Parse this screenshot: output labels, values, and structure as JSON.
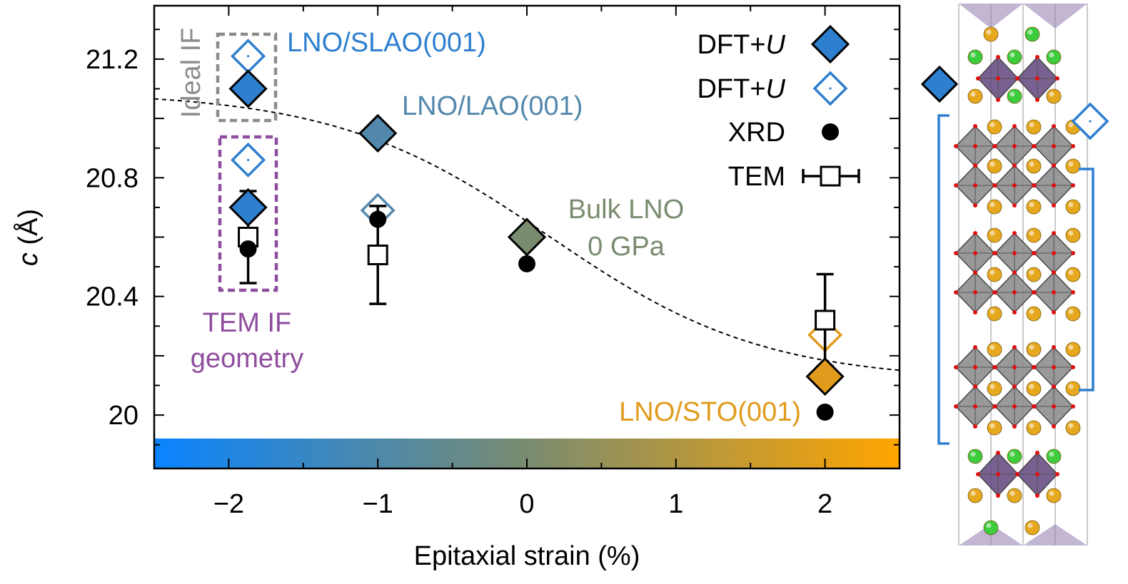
{
  "chart_data": {
    "type": "scatter",
    "xlabel": "Epitaxial strain (%)",
    "ylabel_italic": "c",
    "ylabel_rest": " (Å)",
    "xlim": [
      -2.5,
      2.5
    ],
    "ylim": [
      19.82,
      21.38
    ],
    "xticks": [
      {
        "v": -2,
        "label": "−2"
      },
      {
        "v": -1,
        "label": "−1"
      },
      {
        "v": 0,
        "label": "0"
      },
      {
        "v": 1,
        "label": "1"
      },
      {
        "v": 2,
        "label": "2"
      }
    ],
    "yticks": [
      {
        "v": 20.0,
        "label": "20"
      },
      {
        "v": 20.4,
        "label": "20.4"
      },
      {
        "v": 20.8,
        "label": "20.8"
      },
      {
        "v": 21.2,
        "label": "21.2"
      }
    ],
    "colors": {
      "slao": "#2e7fd0",
      "lao": "#5388ad",
      "bulk": "#7a8c70",
      "sto": "#e09b1c",
      "ideal_box": "#8c8c8c",
      "tem_box": "#8e4d9e",
      "gradient_start": "#0a84ff",
      "gradient_mid": "#7a8c70",
      "gradient_end": "#ffa500"
    },
    "series": [
      {
        "name": "DFT+U",
        "marker": "diamond-filled",
        "points": [
          {
            "x": -1.87,
            "y": 21.1,
            "color": "slao"
          },
          {
            "x": -1.87,
            "y": 20.7,
            "color": "slao"
          },
          {
            "x": -1.0,
            "y": 20.95,
            "color": "lao"
          },
          {
            "x": 0.0,
            "y": 20.6,
            "color": "bulk"
          },
          {
            "x": 2.0,
            "y": 20.13,
            "color": "sto"
          }
        ]
      },
      {
        "name": "DFT+U",
        "marker": "diamond-open",
        "points": [
          {
            "x": -1.87,
            "y": 21.21,
            "color": "slao"
          },
          {
            "x": -1.87,
            "y": 20.86,
            "color": "slao"
          },
          {
            "x": -1.0,
            "y": 20.69,
            "color": "lao"
          },
          {
            "x": 2.0,
            "y": 20.27,
            "color": "sto"
          }
        ]
      },
      {
        "name": "XRD",
        "marker": "circle",
        "points": [
          {
            "x": -1.87,
            "y": 20.56
          },
          {
            "x": -1.0,
            "y": 20.66
          },
          {
            "x": 0.0,
            "y": 20.51
          },
          {
            "x": 2.0,
            "y": 20.01
          }
        ]
      },
      {
        "name": "TEM",
        "marker": "square-open",
        "points": [
          {
            "x": -1.87,
            "y": 20.6,
            "err": 0.155
          },
          {
            "x": -1.0,
            "y": 20.54,
            "err": 0.165
          },
          {
            "x": 2.0,
            "y": 20.32,
            "err": 0.155
          }
        ]
      }
    ],
    "guide_curve": {
      "style": "dashed",
      "low": 20.115,
      "high": 21.09,
      "center": 0.15,
      "width": 0.72
    },
    "legend": {
      "position": "top-right",
      "entries": [
        {
          "text": "DFT+",
          "italic": "U",
          "marker": "diamond-filled"
        },
        {
          "text": "DFT+",
          "italic": "U",
          "marker": "diamond-open"
        },
        {
          "text": "XRD",
          "italic": "",
          "marker": "circle"
        },
        {
          "text": "TEM",
          "italic": "",
          "marker": "square-open-errorbar"
        }
      ]
    },
    "annotations": {
      "slao": "LNO/SLAO(001)",
      "lao": "LNO/LAO(001)",
      "bulk_line1": "Bulk LNO",
      "bulk_line2": "0 GPa",
      "sto": "LNO/STO(001)",
      "ideal": "Ideal IF",
      "tem_line1": "TEM IF",
      "tem_line2": "geometry"
    },
    "grid": false
  }
}
